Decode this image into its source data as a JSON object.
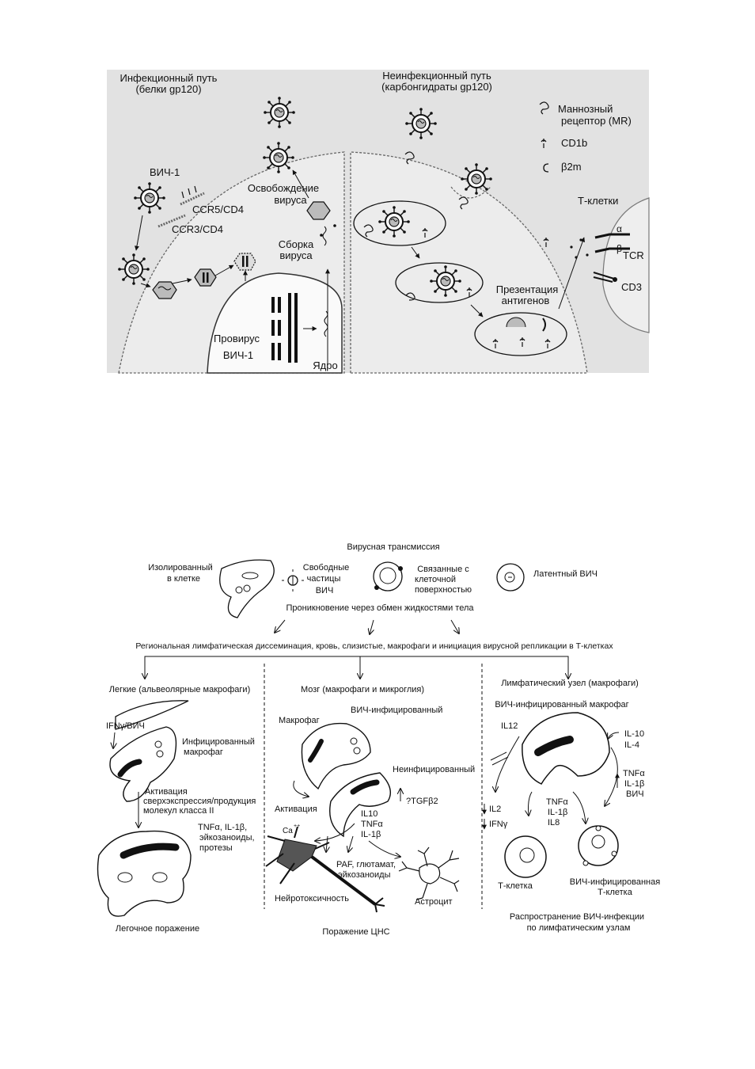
{
  "figure1": {
    "left_title": [
      "Инфекционный путь",
      "(белки gp120)"
    ],
    "right_title": [
      "Неинфекционный путь",
      "(карбонгидраты gp120)"
    ],
    "legend": {
      "mr": [
        "Маннозный",
        "рецептор (MR)"
      ],
      "cd1b": "CD1b",
      "b2m": "β2m"
    },
    "labels": {
      "hiv1": "ВИЧ-1",
      "ccr5": "CCR5/CD4",
      "ccr3": "CCR3/CD4",
      "release": [
        "Освобождение",
        "вируса"
      ],
      "assembly": [
        "Сборка",
        "вируса"
      ],
      "provirus": [
        "Провирус",
        "ВИЧ-1"
      ],
      "nucleus": "Ядро",
      "tcells": "Т-клетки",
      "presentation": [
        "Презентация",
        "антигенов"
      ],
      "alpha": "α",
      "beta": "β",
      "tcr": "TCR",
      "cd3": "CD3"
    }
  },
  "figure2": {
    "top_title": "Вирусная трансмиссия",
    "isolated": [
      "Изолированный",
      "в клетке"
    ],
    "free": [
      "Свободные",
      "частицы",
      "ВИЧ"
    ],
    "bound": [
      "Связанные с",
      "клеточной",
      "поверхностью"
    ],
    "latent": "Латентный ВИЧ",
    "penetration": "Проникновение через обмен жидкостями тела",
    "regional": "Региональная лимфатическая диссеминация, кровь, слизистые, макрофаги и инициация вирусной репликации в Т-клетках",
    "lung": {
      "title": "Легкие (альвеолярные макрофаги)",
      "ifn": "IFNγ/ВИЧ",
      "infected": [
        "Инфицированный",
        "макрофаг"
      ],
      "activation": [
        "Активация",
        "сверхэкспрессия/продукция",
        "молекул класса II"
      ],
      "cytokines": [
        "TNFα, IL-1β,",
        "эйкозаноиды,",
        "протезы"
      ],
      "damage": "Легочное поражение"
    },
    "brain": {
      "title": "Мозг (макрофаги и микроглия)",
      "macrophage": "Макрофаг",
      "hiv_infected": "ВИЧ-инфицированный",
      "uninfected": "Неинфицированный",
      "activation": "Активация",
      "tgf": "?TGFβ2",
      "cytokines": [
        "IL10",
        "TNFα",
        "IL-1β"
      ],
      "ca": "Ca",
      "ca_sup": "++",
      "paf": [
        "PAF, глютамат,",
        "эйкозаноиды"
      ],
      "neurotox": "Нейротоксичность",
      "astrocyte": "Астроцит",
      "damage": "Поражение ЦНС"
    },
    "lymph": {
      "title": "Лимфатический узел (макрофаги)",
      "infected_macrophage": "ВИЧ-инфицированный макрофаг",
      "il12": "IL12",
      "il10": [
        "IL-10",
        "IL-4"
      ],
      "tnf_right": [
        "TNFα",
        "IL-1β",
        "ВИЧ"
      ],
      "tnf_mid": [
        "TNFα",
        "IL-1β",
        "IL8"
      ],
      "il2": [
        "IL2",
        "IFNγ"
      ],
      "tcell": "Т-клетка",
      "infected_tcell": [
        "ВИЧ-инфицированная",
        "Т-клетка"
      ],
      "spread": [
        "Распространение ВИЧ-инфекции",
        "по лимфатическим узлам"
      ]
    }
  }
}
